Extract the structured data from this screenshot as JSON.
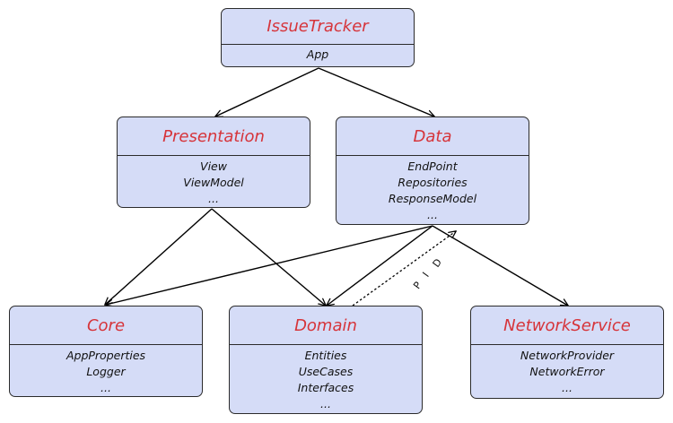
{
  "nodes": {
    "issuetracker": {
      "title": "IssueTracker",
      "items": [
        "App"
      ]
    },
    "presentation": {
      "title": "Presentation",
      "items": [
        "View",
        "ViewModel",
        "..."
      ]
    },
    "data": {
      "title": "Data",
      "items": [
        "EndPoint",
        "Repositories",
        "ResponseModel",
        "..."
      ]
    },
    "core": {
      "title": "Core",
      "items": [
        "AppProperties",
        "Logger",
        "..."
      ]
    },
    "domain": {
      "title": "Domain",
      "items": [
        "Entities",
        "UseCases",
        "Interfaces",
        "..."
      ]
    },
    "networkservice": {
      "title": "NetworkService",
      "items": [
        "NetworkProvider",
        "NetworkError",
        "..."
      ]
    }
  },
  "edge_label": [
    "D",
    "I",
    "P"
  ],
  "colors": {
    "node_fill": "#d5dcf7",
    "title_text": "#d6343a",
    "border": "#2b2b2b"
  }
}
